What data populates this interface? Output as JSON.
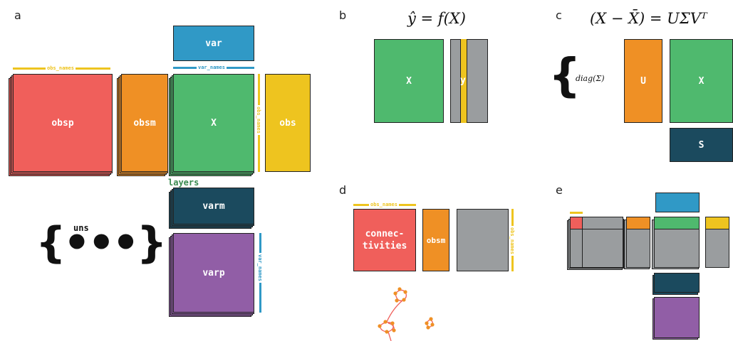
{
  "colors": {
    "red": "#f05f5b",
    "orange": "#ef9025",
    "green": "#4fb96e",
    "yellow": "#eec41f",
    "blue": "#3099c6",
    "darkteal": "#1b4a5e",
    "purple": "#915ea6",
    "gray": "#9a9d9f"
  },
  "panel_a": {
    "letter": "a",
    "obsp": "obsp",
    "obsm": "obsm",
    "X": "X",
    "obs": "obs",
    "var": "var",
    "varm": "varm",
    "varp": "varp",
    "layers": "layers",
    "uns": "uns",
    "uns_glyph": "{•••}",
    "obs_names": "obs_names",
    "var_names": "var_names"
  },
  "panel_b": {
    "letter": "b",
    "formula": "ŷ = f(X)",
    "X": "X",
    "y": "y"
  },
  "panel_c": {
    "letter": "c",
    "formula": "(X − X̄) = UΣVᵀ",
    "diag": "diag(Σ)",
    "U": "U",
    "X": "X",
    "S": "S"
  },
  "panel_d": {
    "letter": "d",
    "connectivities": "connec-\ntivities",
    "obsm": "obsm",
    "obs_names": "obs_names"
  },
  "panel_e": {
    "letter": "e"
  }
}
